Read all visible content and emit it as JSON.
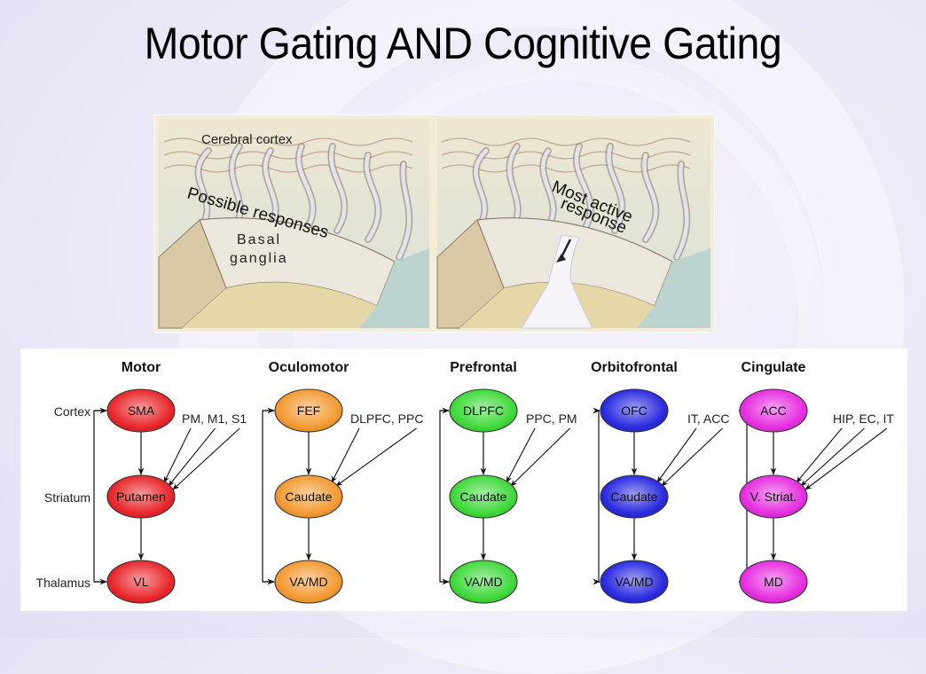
{
  "slide": {
    "title": "Motor Gating AND Cognitive Gating"
  },
  "illustration": {
    "left_panel": {
      "label_top": "Cerebral cortex",
      "label_middle": "Possible responses",
      "label_dam_line1": "Basal",
      "label_dam_line2": "ganglia"
    },
    "right_panel": {
      "label_line1": "Most active",
      "label_line2": "response"
    }
  },
  "diagram": {
    "row_labels": [
      "Cortex",
      "Striatum",
      "Thalamus"
    ],
    "loops": [
      {
        "name": "Motor",
        "color": "#e8262a",
        "nodes": [
          "SMA",
          "Putamen",
          "VL"
        ],
        "inputs": "PM, M1, S1",
        "input_count": 3
      },
      {
        "name": "Oculomotor",
        "color": "#f39a32",
        "nodes": [
          "FEF",
          "Caudate",
          "VA/MD"
        ],
        "inputs": "DLPFC, PPC",
        "input_count": 2
      },
      {
        "name": "Prefrontal",
        "color": "#3fd93a",
        "nodes": [
          "DLPFC",
          "Caudate",
          "VA/MD"
        ],
        "inputs": "PPC, PM",
        "input_count": 2
      },
      {
        "name": "Orbitofrontal",
        "color": "#2a2ae0",
        "nodes": [
          "OFC",
          "Caudate",
          "VA/MD"
        ],
        "inputs": "IT, ACC",
        "input_count": 2
      },
      {
        "name": "Cingulate",
        "color": "#e62ee0",
        "nodes": [
          "ACC",
          "V. Striat.",
          "MD"
        ],
        "inputs": "HIP, EC, IT",
        "input_count": 3
      }
    ]
  }
}
